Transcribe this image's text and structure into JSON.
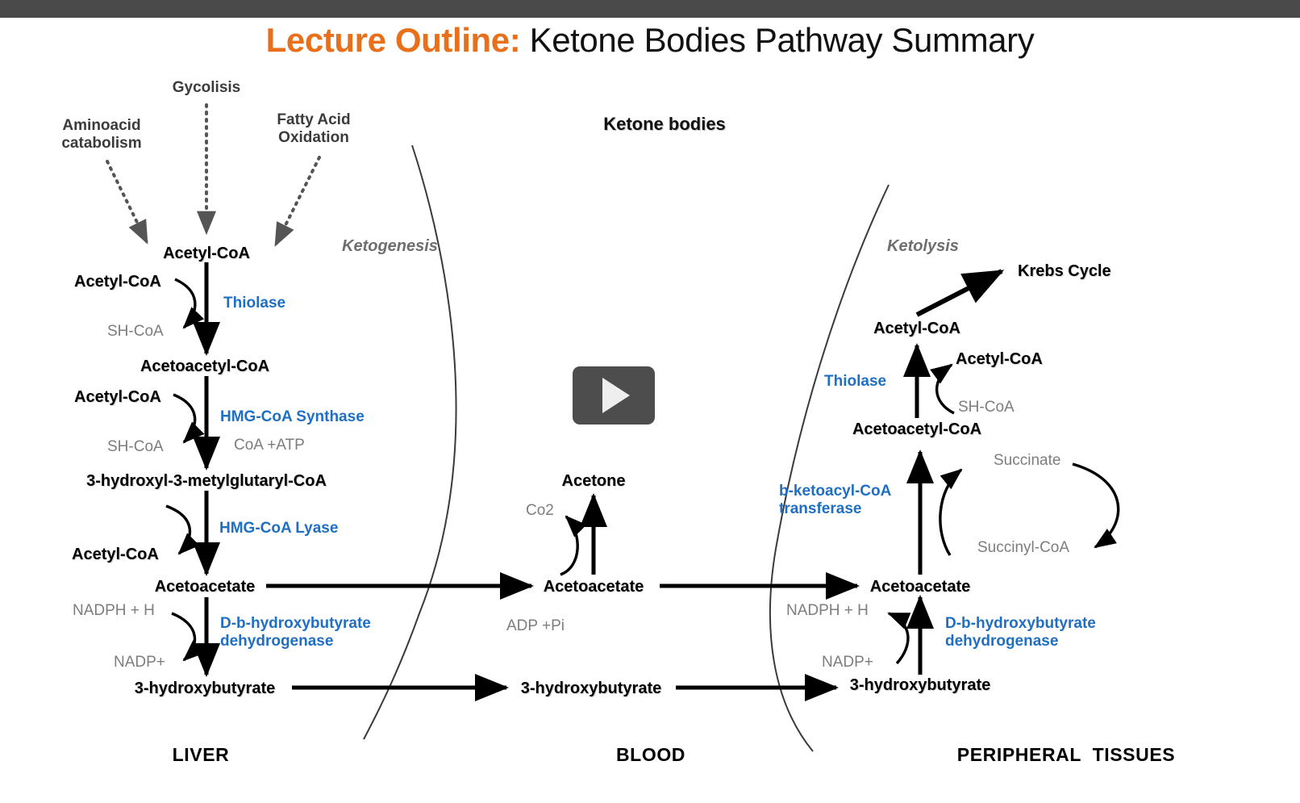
{
  "header": {
    "title_accent": "Lecture Outline:",
    "title_rest": " Ketone Bodies Pathway Summary"
  },
  "diagram": {
    "section_heading": "Ketone bodies",
    "processes": {
      "ketogenesis": "Ketogenesis",
      "ketolysis": "Ketolysis"
    },
    "compartments": {
      "liver": "LIVER",
      "blood": "BLOOD",
      "peripheral": "PERIPHERAL  TISSUES"
    },
    "inputs": {
      "glycolysis": "Gycolisis",
      "aminoacid": "Aminoacid\ncatabolism",
      "fatty_acid": "Fatty Acid\nOxidation"
    },
    "liver": {
      "acetyl_coa_top": "Acetyl-CoA",
      "acetyl_coa_in1": "Acetyl-CoA",
      "thiolase": "Thiolase",
      "sh_coa_1": "SH-CoA",
      "acetoacetyl_coa": "Acetoacetyl-CoA",
      "acetyl_coa_in2": "Acetyl-CoA",
      "hmg_synthase": "HMG-CoA Synthase",
      "coa_atp": "CoA +ATP",
      "sh_coa_2": "SH-CoA",
      "hmg_coa": "3-hydroxyl-3-metylglutaryl-CoA",
      "hmg_lyase": "HMG-CoA Lyase",
      "acetyl_coa_out": "Acetyl-CoA",
      "acetoacetate": "Acetoacetate",
      "nadph_h": "NADPH + H",
      "nadp_plus": "NADP+",
      "bhb_dehydrogenase": "D-b-hydroxybutyrate\ndehydrogenase",
      "hydroxybutyrate": "3-hydroxybutyrate"
    },
    "blood": {
      "acetone": "Acetone",
      "co2": "Co2",
      "acetoacetate": "Acetoacetate",
      "adp_pi": "ADP +Pi",
      "hydroxybutyrate": "3-hydroxybutyrate"
    },
    "peripheral": {
      "krebs_cycle": "Krebs Cycle",
      "acetyl_coa_main": "Acetyl-CoA",
      "acetyl_coa_side": "Acetyl-CoA",
      "thiolase": "Thiolase",
      "sh_coa": "SH-CoA",
      "acetoacetyl_coa": "Acetoacetyl-CoA",
      "transferase": "b-ketoacyl-CoA\ntransferase",
      "succinate": "Succinate",
      "succinyl_coa": "Succinyl-CoA",
      "acetoacetate": "Acetoacetate",
      "nadph_h": "NADPH + H",
      "nadp_plus": "NADP+",
      "bhb_dehydrogenase": "D-b-hydroxybutyrate\ndehydrogenase",
      "hydroxybutyrate": "3-hydroxybutyrate"
    }
  },
  "player": {
    "play_label": "play-overlay"
  },
  "colors": {
    "accent_orange": "#e8701a",
    "enzyme_blue": "#1f6fc4",
    "cofactor_gray": "#7d7d7d",
    "topbar": "#4a4a4a",
    "play_button": "#4d4d4d"
  }
}
